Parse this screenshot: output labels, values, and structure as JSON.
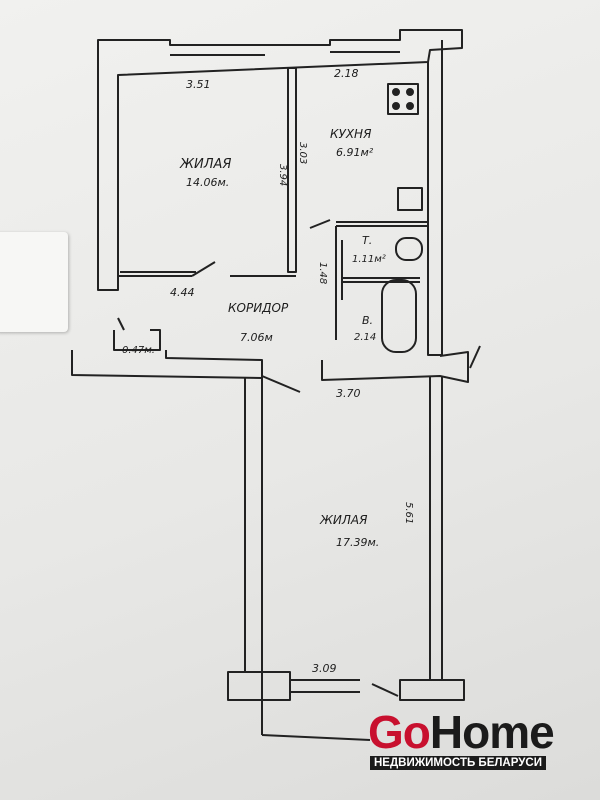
{
  "rooms": {
    "living1": {
      "name": "ЖИЛАЯ",
      "area": "14.06м."
    },
    "kitchen": {
      "name": "КУХНЯ",
      "area": "6.91м²"
    },
    "toilet": {
      "name": "Т.",
      "area": "1.11м²"
    },
    "bath": {
      "name": "В.",
      "area": "2.14"
    },
    "corridor": {
      "name": "КОРИДОР",
      "area": "7.06м"
    },
    "closet": {
      "area": "0.47м."
    },
    "living2": {
      "name": "ЖИЛАЯ",
      "area": "17.39м."
    }
  },
  "dimensions": {
    "d1": "3.51",
    "d2": "2.18",
    "d3": "3.03",
    "d4": "3.94",
    "d5": "4.44",
    "d6": "1.48",
    "d7": "3.70",
    "d8": "5.61",
    "d9": "3.09"
  },
  "logo": {
    "go": "Go",
    "home": "Home",
    "tagline": "НЕДВИЖИМОСТЬ БЕЛАРУСИ",
    "brand_red": "#c8102e",
    "brand_dark": "#1b1b1b"
  }
}
